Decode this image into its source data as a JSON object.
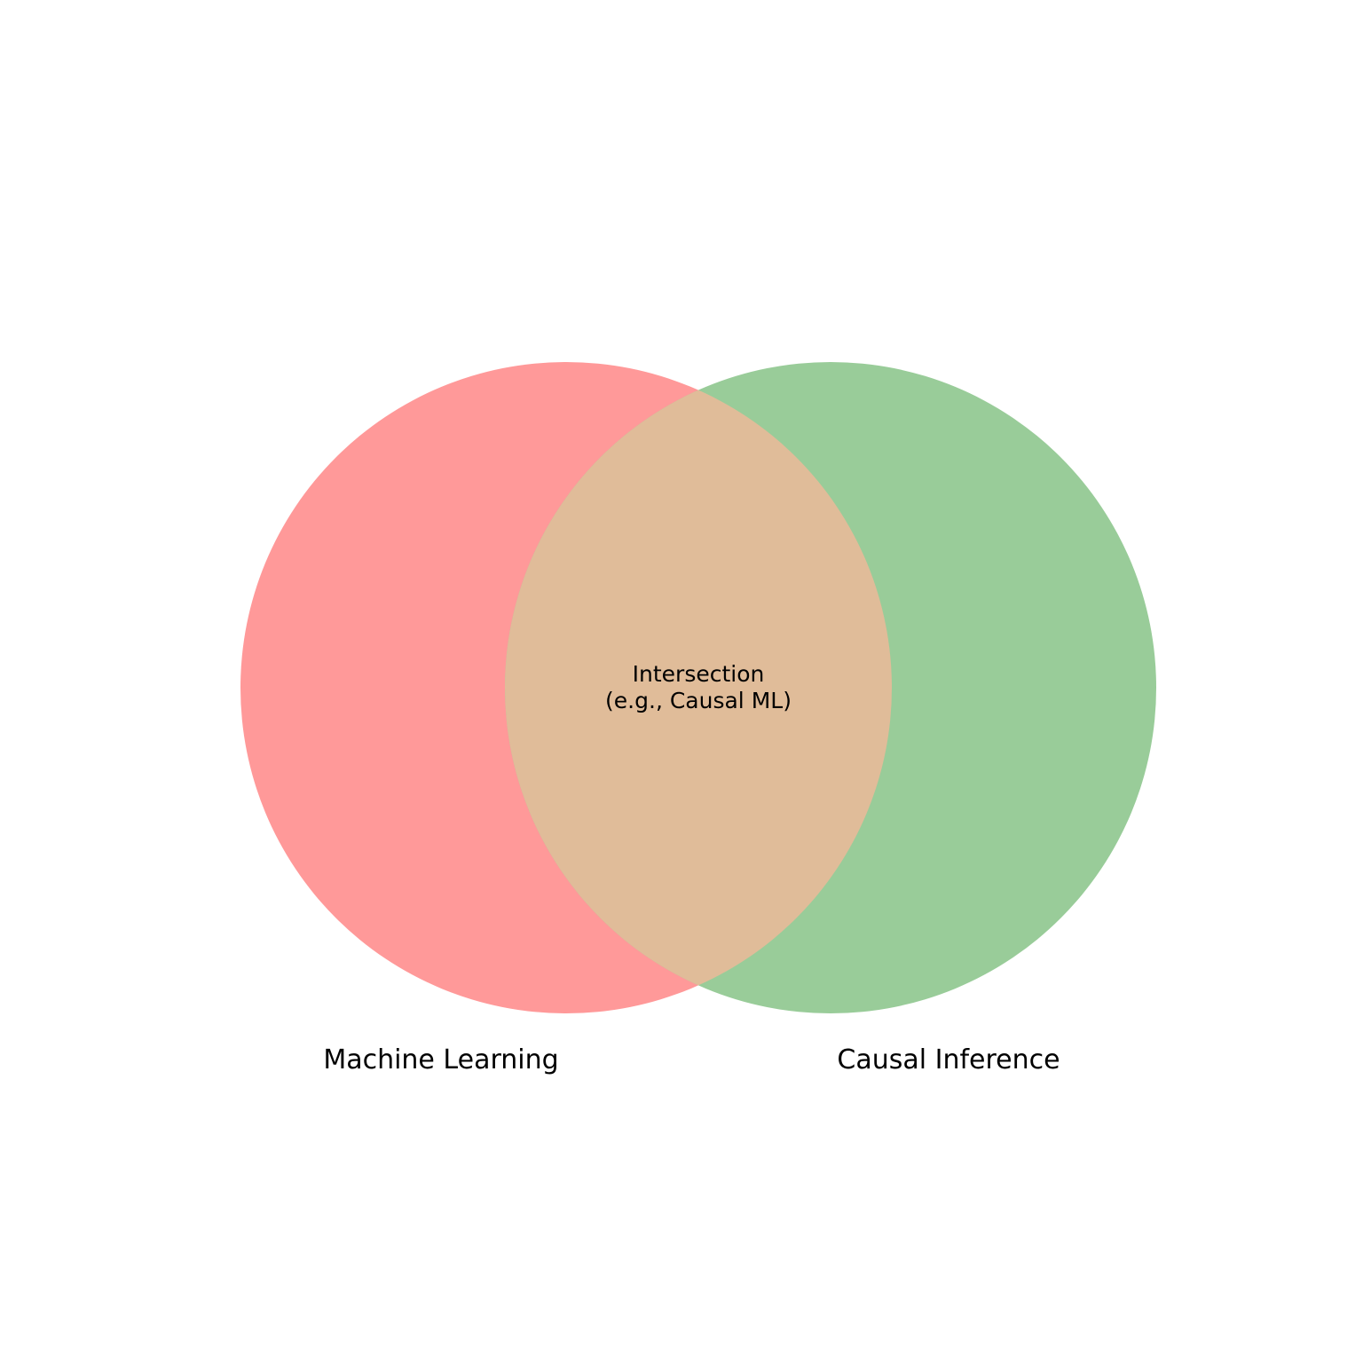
{
  "venn": {
    "sets": [
      {
        "label": "Machine Learning",
        "color": "#ff9999"
      },
      {
        "label": "Causal Inference",
        "color": "#99cc99"
      }
    ],
    "intersection": {
      "lines": [
        "Intersection",
        "(e.g., Causal ML)"
      ],
      "color": "#e0bc99"
    },
    "background": "#ffffff"
  }
}
